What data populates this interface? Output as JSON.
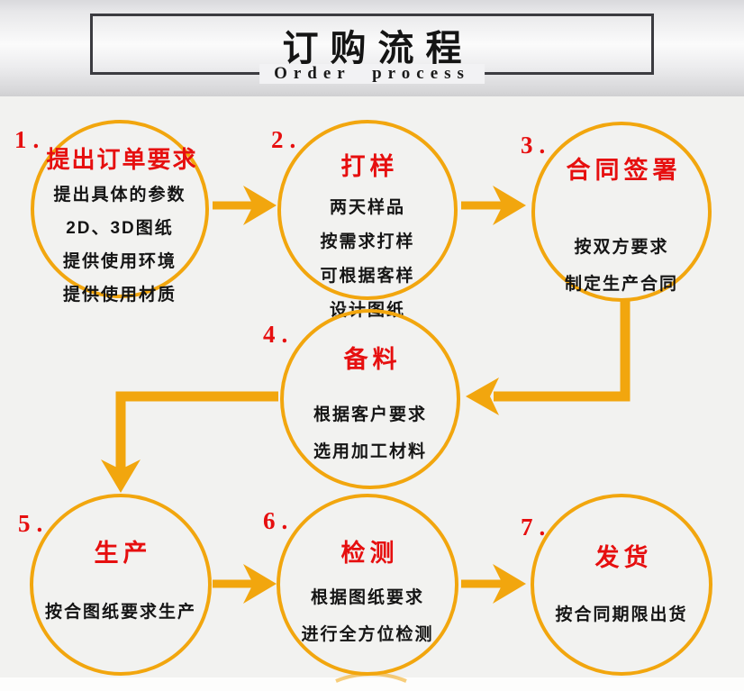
{
  "header": {
    "title": "订购流程",
    "subtitle": "Order process"
  },
  "colors": {
    "accent_orange": "#f2a60e",
    "accent_red": "#e60f0f",
    "text_black": "#151515",
    "box_border": "#3b3b40",
    "band_grey": "#d9d9dc"
  },
  "flow": {
    "steps": [
      {
        "number": "1.",
        "title": "提出订单要求",
        "lines": [
          "提出具体的参数",
          "2D、3D图纸",
          "提供使用环境",
          "提供使用材质"
        ]
      },
      {
        "number": "2.",
        "title": "打样",
        "lines": [
          "两天样品",
          "按需求打样",
          "可根据客样",
          "设计图纸"
        ]
      },
      {
        "number": "3.",
        "title": "合同签署",
        "lines": [
          "按双方要求",
          "制定生产合同"
        ]
      },
      {
        "number": "4.",
        "title": "备料",
        "lines": [
          "根据客户要求",
          "选用加工材料"
        ]
      },
      {
        "number": "5.",
        "title": "生产",
        "lines": [
          "按合图纸要求生产"
        ]
      },
      {
        "number": "6.",
        "title": "检测",
        "lines": [
          "根据图纸要求",
          "进行全方位检测"
        ]
      },
      {
        "number": "7.",
        "title": "发货",
        "lines": [
          "按合同期限出货"
        ]
      }
    ]
  }
}
